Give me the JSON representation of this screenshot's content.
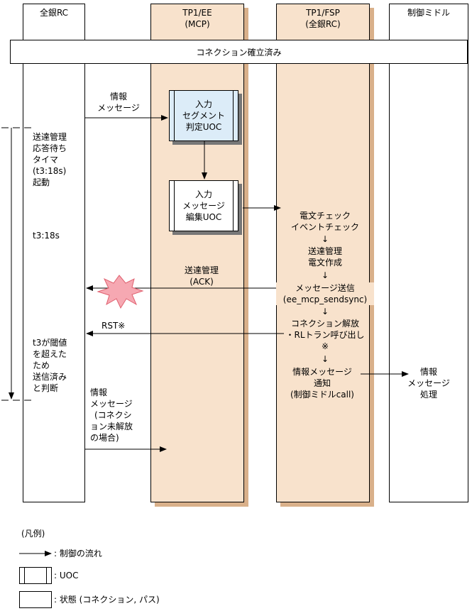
{
  "lanes": {
    "rc": "全銀RC",
    "ee_line1": "TP1/EE",
    "ee_line2": "(MCP)",
    "fsp_line1": "TP1/FSP",
    "fsp_line2": "(全銀RC)",
    "middle": "制御ミドル"
  },
  "state_bar": "コネクション確立済み",
  "rc_notes": {
    "timer_lines": [
      "送達管理",
      "応答待ち",
      "タイマ",
      "(t3:18s)",
      "起動"
    ],
    "t3": "t3:18s",
    "judge_lines": [
      "t3が閾値",
      "を超えた",
      "ため",
      "送信済み",
      "と判断"
    ]
  },
  "messages": {
    "info_in": [
      "情報",
      "メッセージ"
    ],
    "ack": [
      "送達管理",
      "(ACK)"
    ],
    "rst": "RST※",
    "info_unreleased": [
      "情報",
      "メッセージ",
      "(コネクシ",
      "ョン未解放",
      "の場合)"
    ]
  },
  "uoc": {
    "segment": [
      "入力",
      "セグメント",
      "判定UOC"
    ],
    "edit": [
      "入力",
      "メッセージ",
      "編集UOC"
    ]
  },
  "fsp_steps": {
    "check1": "電文チェック",
    "check2": "イベントチェック",
    "arrow1": "↓",
    "mgmt1": "送達管理",
    "mgmt2": "電文作成",
    "arrow2": "↓",
    "send1": "メッセージ送信",
    "send2": "(ee_mcp_sendsync)",
    "arrow3": "↓",
    "release1": "コネクション解放",
    "release2": "・RLトラン呼び出し",
    "release3": "※",
    "arrow4": "↓",
    "notify1": "情報メッセージ",
    "notify2": "通知",
    "notify3": "(制御ミドルcall)"
  },
  "middle_proc": [
    "情報",
    "メッセージ",
    "処理"
  ],
  "legend": {
    "title": "(凡例)",
    "flow": ": 制御の流れ",
    "uoc": ": UOC",
    "state": ": 状態 (コネクション, パス)"
  },
  "colors": {
    "beige": "#f8e2cc",
    "beige_shadow": "#d9b08a",
    "uoc_blue": "#dcecf8",
    "burst": "#f6a8b2"
  }
}
